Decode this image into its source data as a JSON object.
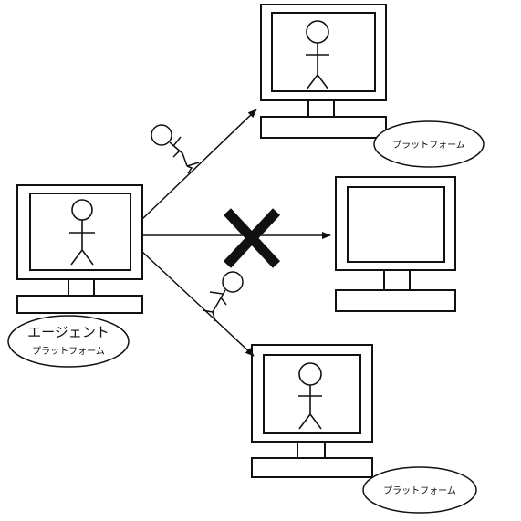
{
  "agent_platform": {
    "line1": "エージェント",
    "line2": "プラットフォーム"
  },
  "top_platform": {
    "label": "プラットフォーム"
  },
  "bottom_platform": {
    "label": "プラットフォーム"
  },
  "blocked_symbol": "✕",
  "colors": {
    "ink": "#111111",
    "background": "#ffffff"
  },
  "icons": [
    "computer-icon",
    "stick-figure-icon",
    "walking-figure-icon",
    "arrow-icon",
    "cross-mark-icon"
  ]
}
